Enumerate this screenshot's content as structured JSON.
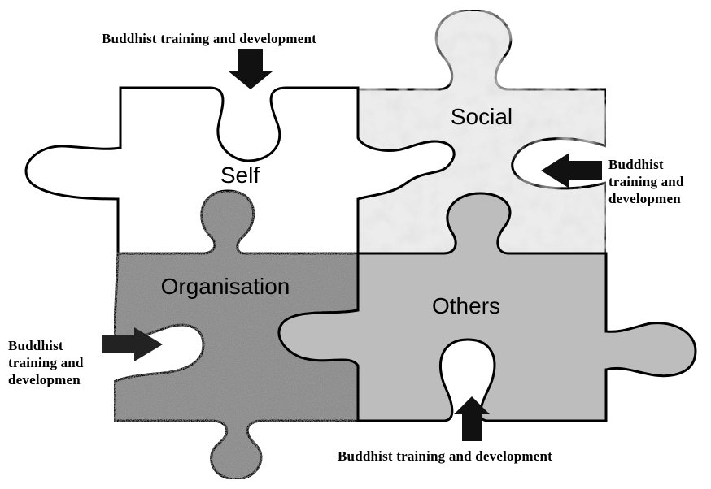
{
  "pieces": {
    "self": "Self",
    "social": "Social",
    "organisation": "Organisation",
    "others": "Others"
  },
  "arrows": {
    "top": {
      "line1": "Buddhist training and development"
    },
    "right": {
      "line1": "Buddhist",
      "line2": "training and",
      "line3": "developmen"
    },
    "left": {
      "line1": "Buddhist",
      "line2": "training and",
      "line3": "developmen"
    },
    "bottom": {
      "line1": "Buddhist training and development"
    }
  },
  "colors": {
    "self_fill": "#ffffff",
    "social_fill": "#ececec",
    "organisation_fill": "#8c8c8c",
    "others_fill": "#bdbdbd",
    "outline": "#000000",
    "arrow": "#111111"
  }
}
